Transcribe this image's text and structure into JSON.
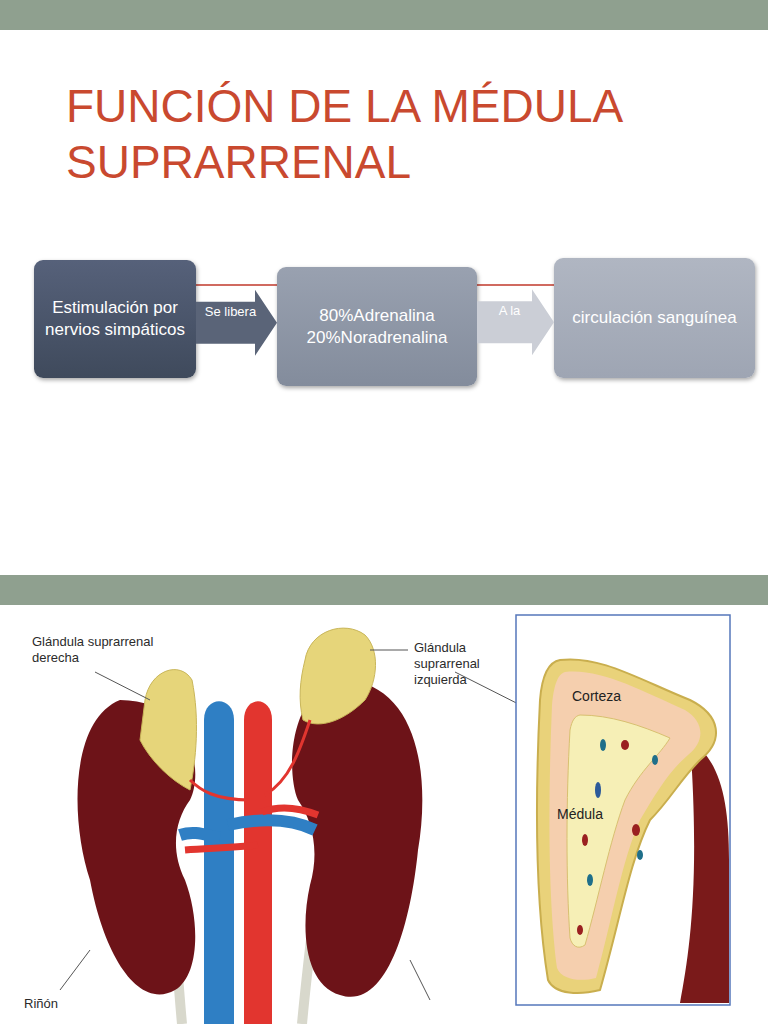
{
  "diagram": {
    "title": "FUNCIÓN DE LA MÉDULA SUPRARRENAL",
    "nodes": [
      {
        "text": [
          "Estimulación por nervios simpáticos"
        ]
      },
      {
        "text": [
          "80%Adrenalina 20%Noradrenalina"
        ]
      },
      {
        "text": [
          "circulación sanguínea"
        ]
      }
    ],
    "edges": [
      {
        "from": 0,
        "to": 1,
        "label": "Se libera",
        "arrow": "to"
      },
      {
        "from": 1,
        "to": 2,
        "label": "A la",
        "arrow": "to"
      }
    ],
    "labels": [
      "Glándula suprarrenal derecha",
      "Glándula suprarrenal izquierda",
      "Riñón",
      "Corteza",
      "Médula"
    ]
  }
}
